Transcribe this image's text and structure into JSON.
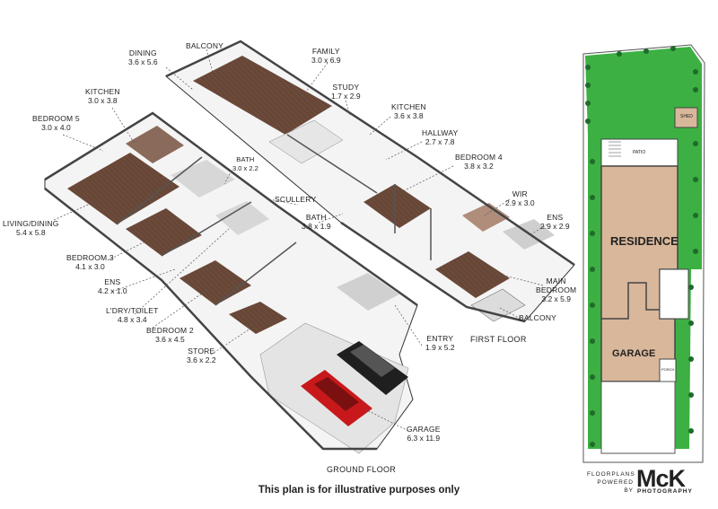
{
  "rooms": [
    {
      "id": "dining",
      "name": "DINING",
      "dims": "3.6 x 5.6"
    },
    {
      "id": "balcony_top",
      "name": "BALCONY",
      "dims": ""
    },
    {
      "id": "family",
      "name": "FAMILY",
      "dims": "3.0 x 6.9"
    },
    {
      "id": "kitchen_gf",
      "name": "KITCHEN",
      "dims": "3.0 x 3.8"
    },
    {
      "id": "study",
      "name": "STUDY",
      "dims": "1.7 x 2.9"
    },
    {
      "id": "kitchen_ff",
      "name": "KITCHEN",
      "dims": "3.6 x 3.8"
    },
    {
      "id": "bedroom5",
      "name": "BEDROOM 5",
      "dims": "3.0 x 4.0"
    },
    {
      "id": "hallway",
      "name": "HALLWAY",
      "dims": "2.7 x 7.8"
    },
    {
      "id": "bath_small",
      "name": "BATH",
      "dims": "3.0 x 2.2"
    },
    {
      "id": "bedroom4",
      "name": "BEDROOM 4",
      "dims": "3.8 x 3.2"
    },
    {
      "id": "wir",
      "name": "WIR",
      "dims": "2.9 x 3.0"
    },
    {
      "id": "scullery",
      "name": "SCULLERY",
      "dims": ""
    },
    {
      "id": "living",
      "name": "LIVING/DINING",
      "dims": "5.4 x 5.8"
    },
    {
      "id": "bath",
      "name": "BATH",
      "dims": "3.8 x 1.9"
    },
    {
      "id": "ens_ff",
      "name": "ENS",
      "dims": "2.9 x 2.9"
    },
    {
      "id": "bedroom3",
      "name": "BEDROOM 3",
      "dims": "4.1 x 3.0"
    },
    {
      "id": "main_bedroom",
      "name": "MAIN\nBEDROOM",
      "dims": "3.2 x 5.9"
    },
    {
      "id": "ens_gf",
      "name": "ENS",
      "dims": "4.2 x 1.0"
    },
    {
      "id": "laundry",
      "name": "L'DRY/TOILET",
      "dims": "4.8 x 3.4"
    },
    {
      "id": "balcony_bottom",
      "name": "BALCONY",
      "dims": ""
    },
    {
      "id": "bedroom2",
      "name": "BEDROOM 2",
      "dims": "3.6 x 4.5"
    },
    {
      "id": "entry",
      "name": "ENTRY",
      "dims": "1.9 x 5.2"
    },
    {
      "id": "store",
      "name": "STORE",
      "dims": "3.6 x 2.2"
    },
    {
      "id": "garage_room",
      "name": "GARAGE",
      "dims": "6.3 x 11.9"
    }
  ],
  "floors": {
    "first": "FIRST FLOOR",
    "ground": "GROUND FLOOR"
  },
  "site": {
    "shed": "SHED",
    "patio": "PATIO",
    "residence": "RESIDENCE",
    "garage": "GARAGE",
    "porch": "PORCH"
  },
  "disclaimer": "This plan is for illustrative purposes only",
  "brand": {
    "line1": "FLOORPLANS",
    "line2": "POWERED BY",
    "logo": "McK",
    "tag": "PHOTOGRAPHY"
  },
  "colors": {
    "floor": "#6b4a3a",
    "wall": "#ffffff",
    "lawn": "#3cb043",
    "residence": "#d9b79a",
    "garage_site": "#d9b79a",
    "slab": "#e8e8e8"
  }
}
